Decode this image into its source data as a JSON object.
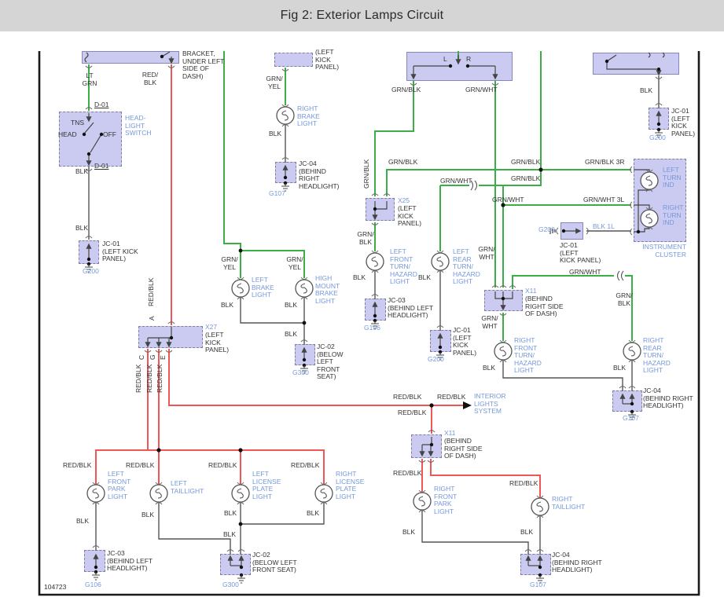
{
  "header": {
    "title": "Fig 2: Exterior Lamps Circuit"
  },
  "footer": {
    "figure_number": "104723"
  },
  "wires": {
    "lt_grn": "LT\nGRN",
    "red_blk": "RED/BLK",
    "red_blk_2": "RED/\nBLK",
    "blk": "BLK",
    "grn_yel_2": "GRN/\nYEL",
    "grn_blk": "GRN/BLK",
    "grn_blk_2": "GRN/\nBLK",
    "grn_wht": "GRN/WHT",
    "grn_wht_2": "GRN/\nWHT",
    "grn_blk_3r": "GRN/BLK  3R",
    "grn_wht_3l": "GRN/WHT  3L",
    "blk_1l": "BLK  1L"
  },
  "pins": {
    "a": "A",
    "c": "C",
    "g": "G",
    "e": "E",
    "l": "L",
    "r": "R",
    "d01": "D-01"
  },
  "switch": {
    "tns": "TNS",
    "head": "HEAD",
    "off": "OFF"
  },
  "components": {
    "headlight_switch": "HEAD-\nLIGHT\nSWITCH",
    "bracket": "BRACKET,\nUNDER LEFT\nSIDE OF\nDASH)",
    "right_brake_light": "RIGHT\nBRAKE\nLIGHT",
    "left_brake_light": "LEFT\nBRAKE\nLIGHT",
    "high_mount_brake_light": "HIGH\nMOUNT\nBRAKE\nLIGHT",
    "left_front_turn": "LEFT\nFRONT\nTURN/\nHAZARD\nLIGHT",
    "left_rear_turn": "LEFT\nREAR\nTURN/\nHAZARD\nLIGHT",
    "right_front_turn": "RIGHT\nFRONT\nTURN/\nHAZARD\nLIGHT",
    "right_rear_turn": "RIGHT\nREAR\nTURN/\nHAZARD\nLIGHT",
    "left_turn_ind": "LEFT\nTURN\nIND",
    "right_turn_ind": "RIGHT\nTURN\nIND",
    "instrument_cluster": "INSTRUMENT\nCLUSTER",
    "interior_lights_system": "INTERIOR\nLIGHTS\nSYSTEM",
    "left_front_park_light": "LEFT\nFRONT\nPARK\nLIGHT",
    "left_taillight": "LEFT\nTAILLIGHT",
    "left_license_plate_light": "LEFT\nLICENSE\nPLATE\nLIGHT",
    "right_license_plate_light": "RIGHT\nLICENSE\nPLATE\nLIGHT",
    "right_front_park_light": "RIGHT\nFRONT\nPARK\nLIGHT",
    "right_taillight": "RIGHT\nTAILLIGHT"
  },
  "connectors": {
    "kick_panel_top": "(LEFT\nKICK\nPANEL)",
    "jc01_left": "JC-01\n(LEFT KICK\nPANEL)",
    "jc01_4line": "JC-01\n(LEFT\nKICK\nPANEL)",
    "jc01_inline": "JC-01\n(LEFT\nKICK PANEL)",
    "jc02_mid": "JC-02\n(BELOW\nLEFT\nFRONT\nSEAT)",
    "jc02_bottom": "JC-02\n(BELOW LEFT\nFRONT SEAT)",
    "jc03": "JC-03\n(BEHIND LEFT\nHEADLIGHT)",
    "jc04_4line": "JC-04\n(BEHIND\nRIGHT\nHEADLIGHT)",
    "jc04": "JC-04\n(BEHIND RIGHT\nHEADLIGHT)",
    "x25_id": "X25",
    "x25_loc": "(LEFT\nKICK\nPANEL)",
    "x27_id": "X27",
    "x27_loc": "(LEFT\nKICK\nPANEL)",
    "x11_id": "X11",
    "x11_loc": "(BEHIND\nRIGHT SIDE\nOF DASH)"
  },
  "grounds": {
    "g200": "G200",
    "g107": "G107",
    "g106": "G106",
    "g300": "G300"
  }
}
